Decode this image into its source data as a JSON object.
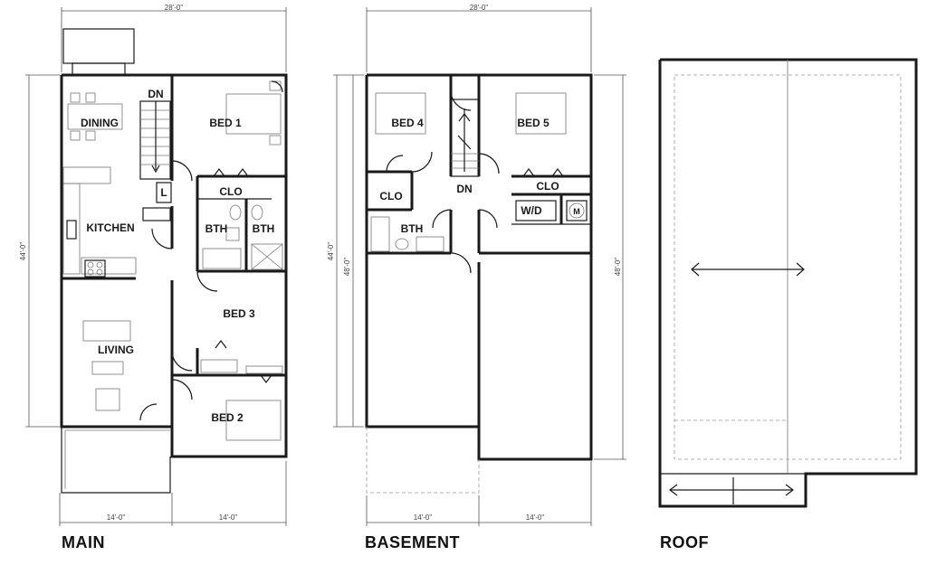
{
  "main": {
    "title": "MAIN",
    "width_dim": "28'-0\"",
    "depth_dim": "44'-0\"",
    "left_dim": "14'-0\"",
    "right_dim": "14'-0\"",
    "rooms": {
      "dining": "DINING",
      "dn": "DN",
      "bed1": "BED 1",
      "kitchen": "KITCHEN",
      "l": "L",
      "clo": "CLO",
      "bth1": "BTH",
      "bth2": "BTH",
      "bed3": "BED 3",
      "living": "LIVING",
      "bed2": "BED 2"
    }
  },
  "basement": {
    "title": "BASEMENT",
    "width_dim": "28'-0\"",
    "depth_dim_left": "44'-0\"",
    "depth_dim_right": "48'-0\"",
    "depth_dim_main": "48'-0\"",
    "left_dim": "14'-0\"",
    "right_dim": "14'-0\"",
    "rooms": {
      "bed4": "BED 4",
      "bed5": "BED 5",
      "clo_left": "CLO",
      "dn": "DN",
      "clo_right": "CLO",
      "bth": "BTH",
      "wd": "W/D",
      "m": "M"
    }
  },
  "roof": {
    "title": "ROOF"
  }
}
